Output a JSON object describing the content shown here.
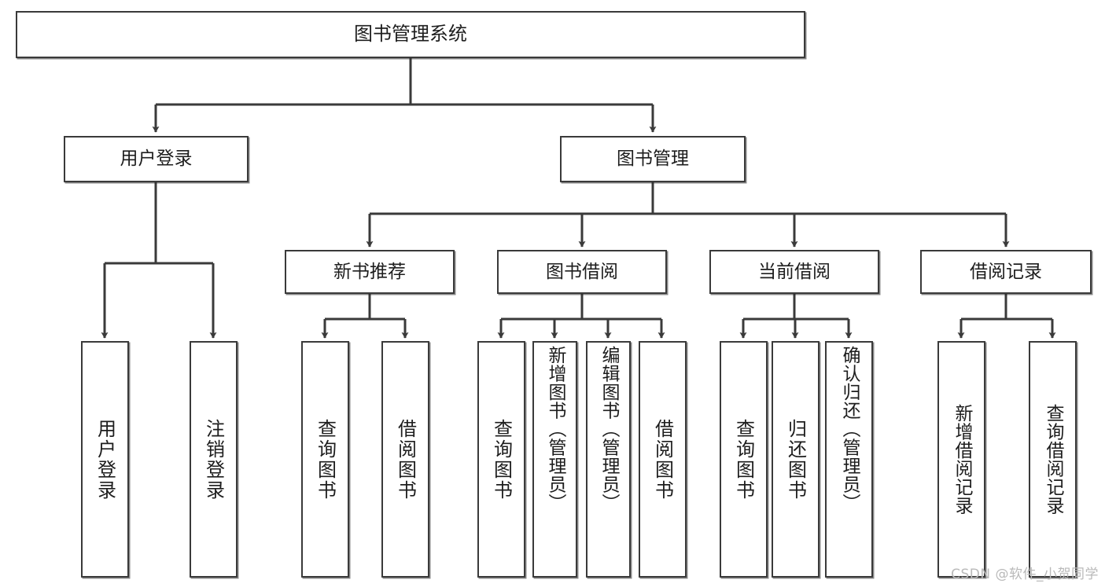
{
  "diagram": {
    "title": "图书管理系统",
    "type": "tree-hierarchy",
    "background_color": "#ffffff",
    "stroke_color": "#3a3a3a",
    "text_color": "#1d1d1d",
    "watermark": "CSDN @软件_小贺同学"
  },
  "nodes": {
    "root": {
      "label": "图书管理系统"
    },
    "level2": [
      {
        "label": "用户登录"
      },
      {
        "label": "图书管理"
      }
    ],
    "level3": [
      {
        "label": "新书推荐"
      },
      {
        "label": "图书借阅"
      },
      {
        "label": "当前借阅"
      },
      {
        "label": "借阅记录"
      }
    ],
    "leaves": {
      "user_login": [
        {
          "label": "用户登录"
        },
        {
          "label": "注销登录"
        }
      ],
      "new_book_recommend": [
        {
          "label": "查询图书"
        },
        {
          "label": "借阅图书"
        }
      ],
      "book_borrow": [
        {
          "label": "查询图书"
        },
        {
          "label": "新增图书（管理员）"
        },
        {
          "label": "编辑图书（管理员）"
        },
        {
          "label": "借阅图书"
        }
      ],
      "current_borrow": [
        {
          "label": "查询图书"
        },
        {
          "label": "归还图书"
        },
        {
          "label": "确认归还（管理员）"
        }
      ],
      "borrow_record": [
        {
          "label": "新增借阅记录"
        },
        {
          "label": "查询借阅记录"
        }
      ]
    }
  }
}
